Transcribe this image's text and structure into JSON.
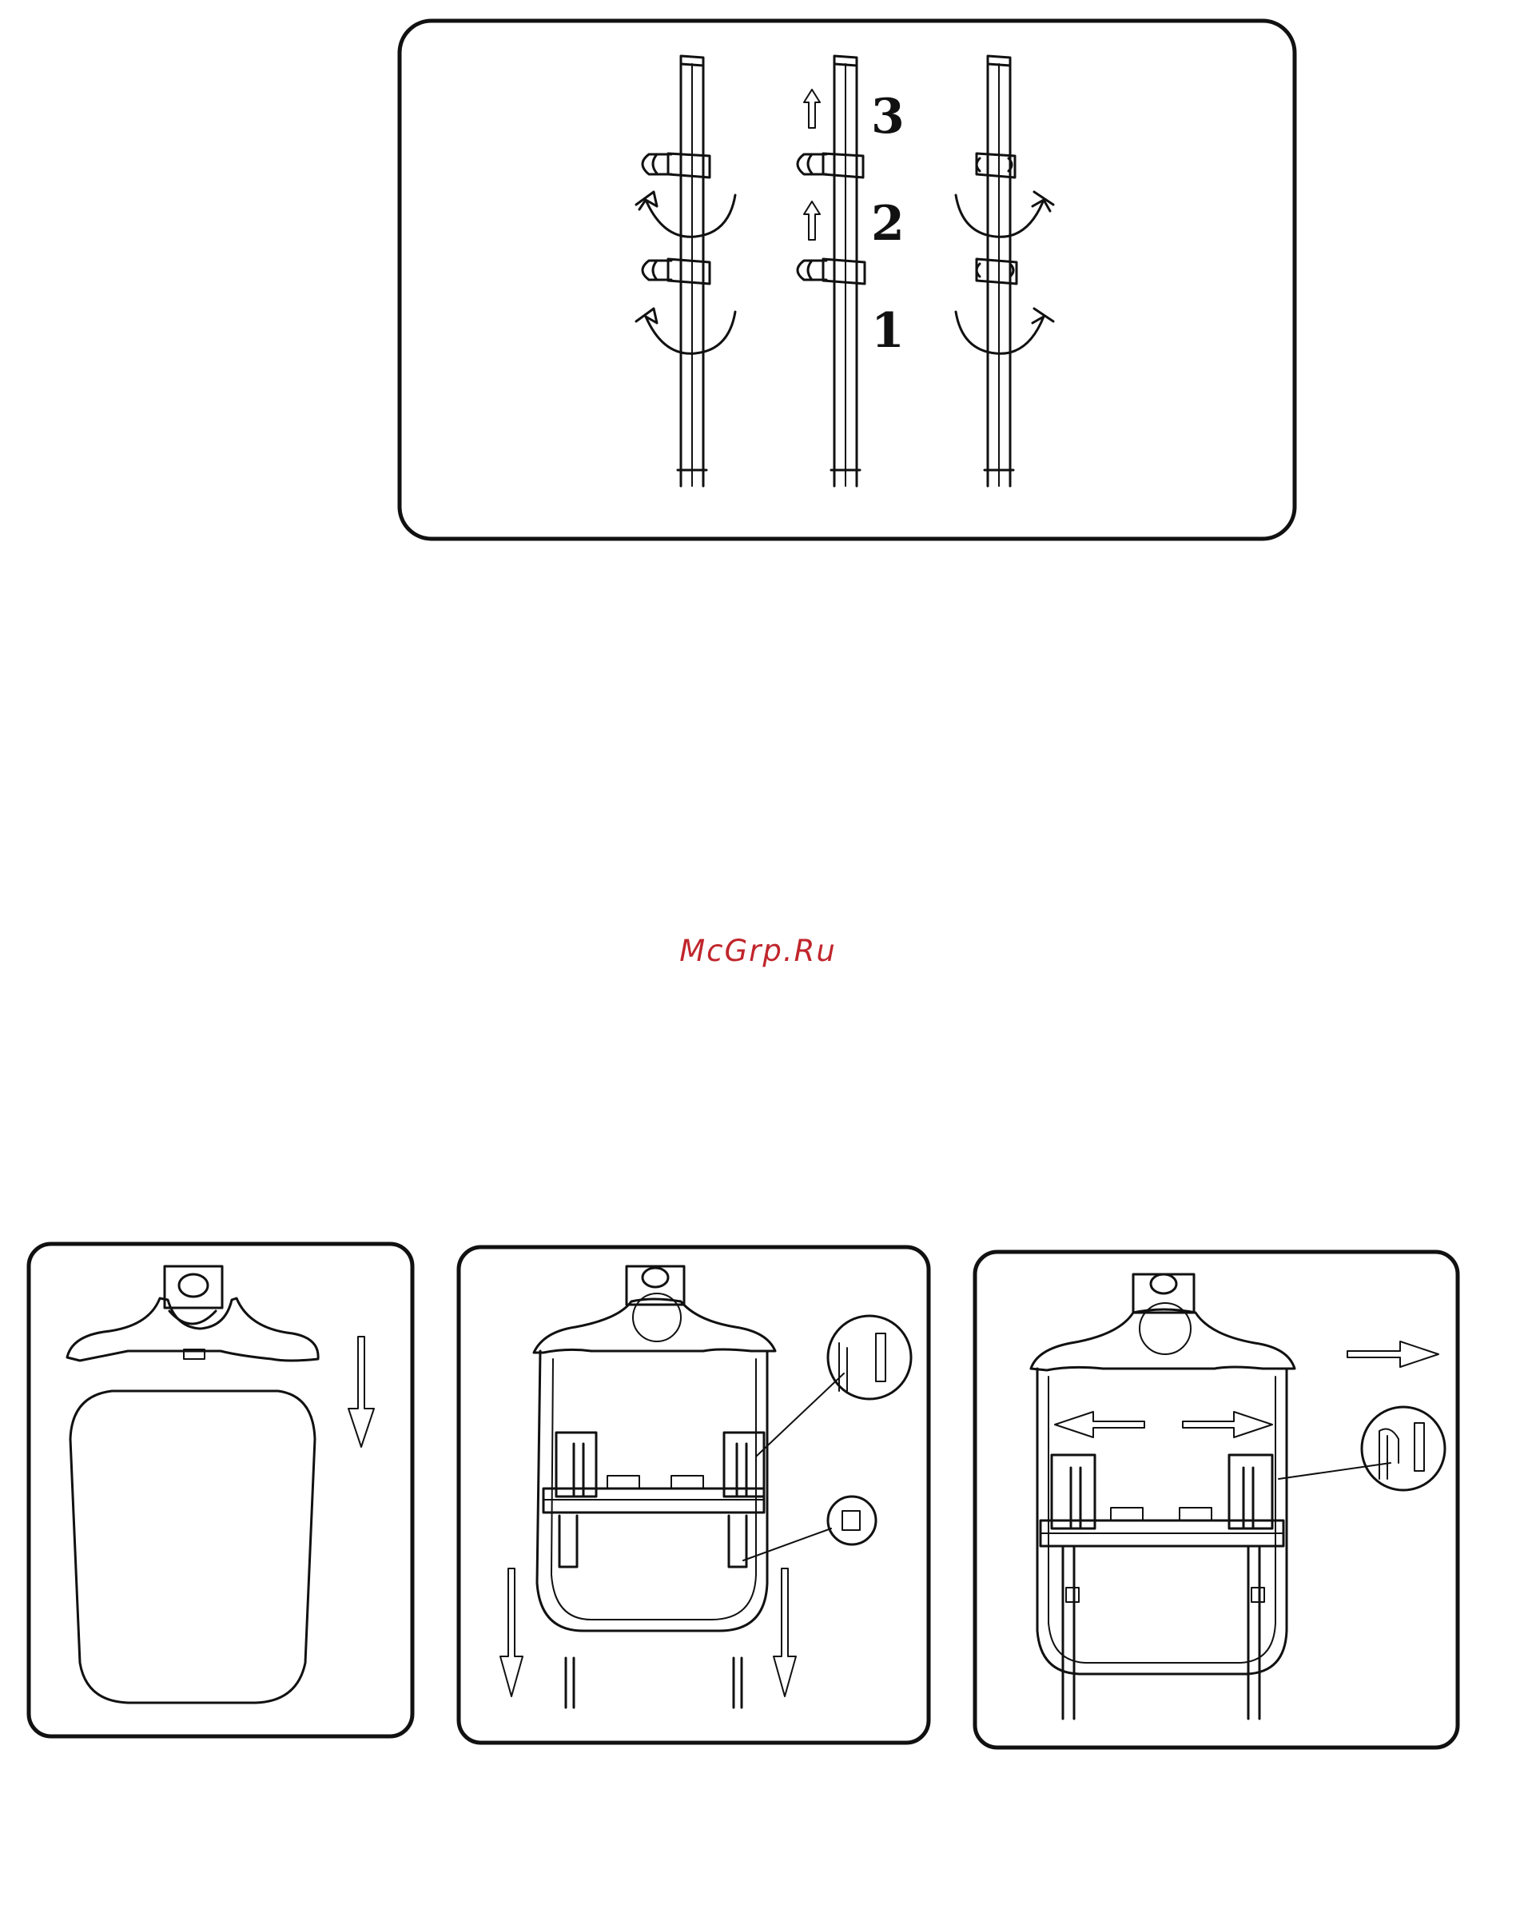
{
  "top_panel": {
    "step_labels": [
      "3",
      "2",
      "1"
    ]
  },
  "watermark": {
    "text": "McGrp.Ru",
    "color": "#c0262c"
  },
  "bottom_panels": [
    {
      "name": "panel-1-attach-hanger"
    },
    {
      "name": "panel-2-insert-tubes"
    },
    {
      "name": "panel-3-lock-clips"
    }
  ],
  "colors": {
    "line": "#111111",
    "background": "#ffffff",
    "watermark": "#c0262c"
  }
}
